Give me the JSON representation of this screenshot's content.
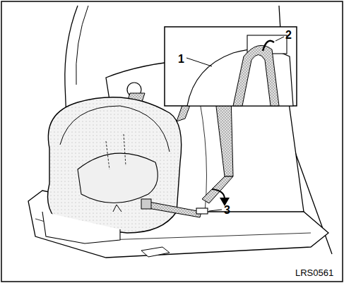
{
  "diagram": {
    "labels": [
      "1",
      "2",
      "3",
      "LRS0561"
    ]
  }
}
